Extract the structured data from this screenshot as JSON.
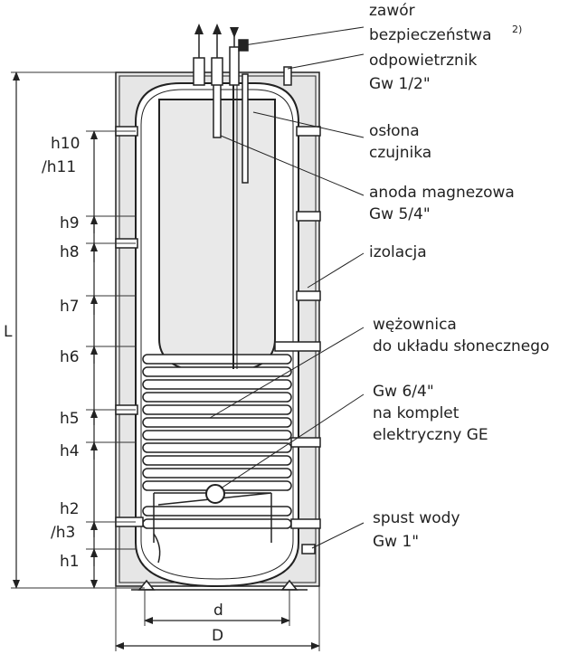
{
  "callouts": {
    "safety_valve_line1": "zawór",
    "safety_valve_line2": "bezpieczeństwa",
    "safety_valve_note": "2)",
    "vent_line1": "odpowietrznik",
    "vent_line2": "Gw 1/2\"",
    "sensor_line1": "osłona",
    "sensor_line2": "czujnika",
    "anode_line1": "anoda magnezowa",
    "anode_line2": "Gw 5/4\"",
    "insulation": "izolacja",
    "coil_line1": "wężownica",
    "coil_line2": "do układu słonecznego",
    "heater_line1": "Gw 6/4\"",
    "heater_line2": "na komplet",
    "heater_line3": "elektryczny GE",
    "drain_line1": "spust wody",
    "drain_line2": "Gw 1\""
  },
  "dimensions": {
    "h10": "h10",
    "h11": "/h11",
    "h9": "h9",
    "h8": "h8",
    "h7": "h7",
    "h6": "h6",
    "h5": "h5",
    "h4": "h4",
    "h2": "h2",
    "h3": "/h3",
    "h1": "h1",
    "L": "L",
    "d": "d",
    "D": "D"
  }
}
